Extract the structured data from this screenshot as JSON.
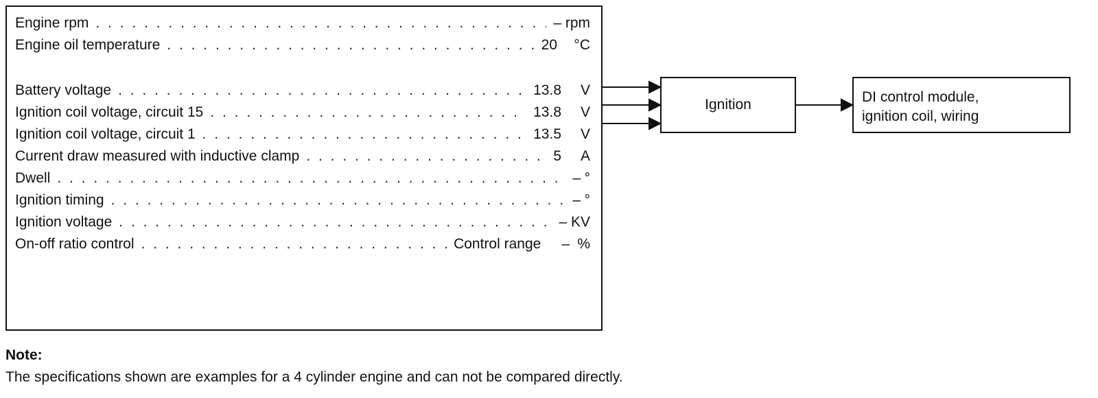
{
  "spec_rows": [
    {
      "label": "Engine rpm",
      "value": "– rpm",
      "unit": ""
    },
    {
      "label": "Engine oil temperature",
      "value": "20",
      "unit": "°C"
    },
    {
      "label": "Battery voltage",
      "value": "13.8",
      "unit": "V"
    },
    {
      "label": "Ignition coil voltage, circuit 15",
      "value": "13.8",
      "unit": "V"
    },
    {
      "label": "Ignition coil voltage, circuit 1",
      "value": "13.5",
      "unit": "V"
    },
    {
      "label": "Current draw measured with inductive clamp",
      "value": "5",
      "unit": "A"
    },
    {
      "label": "Dwell",
      "value": "–",
      "unit": "°"
    },
    {
      "label": "Ignition timing",
      "value": "–",
      "unit": "°"
    },
    {
      "label": "Ignition voltage",
      "value": "– KV",
      "unit": ""
    },
    {
      "label": "On-off ratio control",
      "extra": "Control range",
      "value": "–",
      "unit": "%"
    }
  ],
  "ignition_box": {
    "label": "Ignition"
  },
  "di_box": {
    "line1": "DI control module,",
    "line2": "ignition coil, wiring"
  },
  "note": {
    "title": "Note:",
    "text": "The specifications shown are examples for a 4 cylinder engine and can not be compared directly."
  }
}
